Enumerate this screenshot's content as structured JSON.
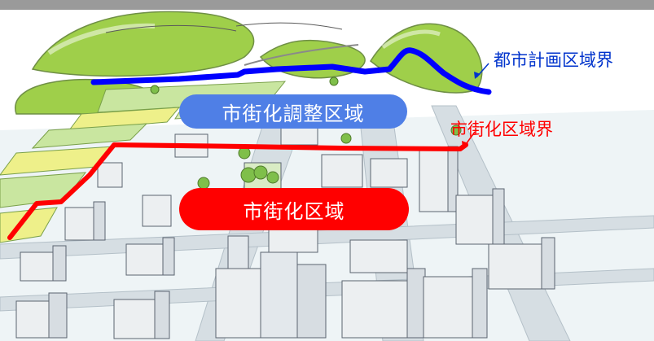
{
  "labels": {
    "urban_control_area": "市街化調整区域",
    "urbanization_area": "市街化区域",
    "city_planning_boundary": "都市計画区域界",
    "urbanization_boundary": "市街化区域界"
  },
  "colors": {
    "city_planning_boundary_line": "#0000ff",
    "urbanization_boundary_line": "#ff0000",
    "urban_control_pill": "#4f7fe6",
    "urbanization_pill": "#ff0000",
    "hill_green": "#9fcf4a",
    "field_green": "#c9e6a0",
    "field_yellow": "#eef08a",
    "road": "#c9d3da"
  },
  "icons": [
    "city-illustration",
    "hill-illustration",
    "building-illustration"
  ]
}
